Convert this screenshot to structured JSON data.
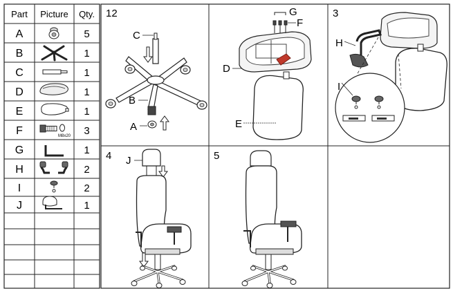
{
  "parts_table": {
    "headers": [
      "Part",
      "Picture",
      "Qty."
    ],
    "rows": [
      {
        "part": "A",
        "qty": "5"
      },
      {
        "part": "B",
        "qty": "1"
      },
      {
        "part": "C",
        "qty": "1"
      },
      {
        "part": "D",
        "qty": "1"
      },
      {
        "part": "E",
        "qty": "1"
      },
      {
        "part": "F",
        "qty": "3",
        "picture_note": "M8x20"
      },
      {
        "part": "G",
        "qty": "1"
      },
      {
        "part": "H",
        "qty": "2"
      },
      {
        "part": "I",
        "qty": "2"
      },
      {
        "part": "J",
        "qty": "1"
      }
    ]
  },
  "steps": [
    {
      "number": "12",
      "callouts": [
        "C",
        "B",
        "A"
      ]
    },
    {
      "number": "",
      "callouts": [
        "G",
        "F",
        "D",
        "E"
      ]
    },
    {
      "number": "3",
      "callouts": [
        "H",
        "I"
      ]
    },
    {
      "number": "4",
      "callouts": [
        "J"
      ]
    },
    {
      "number": "5",
      "callouts": []
    }
  ]
}
